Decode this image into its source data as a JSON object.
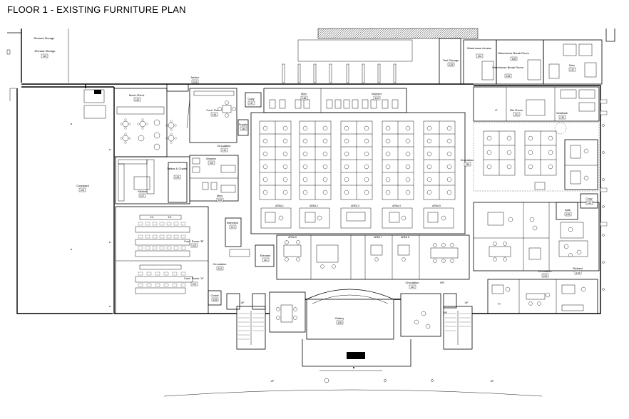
{
  "title": "FLOOR 1 - EXISTING FURNITURE PLAN",
  "rooms": {
    "storage": {
      "name": "Richard Storage",
      "name2": "Richard Storage",
      "num": "115"
    },
    "janitor": {
      "name": "Janitor",
      "num": "141"
    },
    "mech_elect": {
      "name": "Mech./Elect.",
      "num": "142"
    },
    "conf_room_top": {
      "name": "Conf. Room",
      "num": "144"
    },
    "supply": {
      "name": "Supply",
      "num": "145"
    },
    "copy_top": {
      "name": "Copy",
      "num": "147"
    },
    "men_top": {
      "name": "Men",
      "num": "148"
    },
    "women_top": {
      "name": "Women",
      "num": "149"
    },
    "circulation_top": {
      "name": "Circulation",
      "num": "110"
    },
    "courtyard": {
      "name": "Courtyard",
      "num": "104"
    },
    "tables_chairs": {
      "name": "Tables & Chairs",
      "num": "106"
    },
    "kitchen": {
      "name": "Kitchen",
      "num": "107"
    },
    "women_mid": {
      "name": "Women",
      "num": "109"
    },
    "men_mid": {
      "name": "Men",
      "num": "108"
    },
    "conf_b": {
      "name": "Conf. Room \"B\"",
      "num": "103"
    },
    "conf_a": {
      "name": "Conf. Room \"A\"",
      "num": "102"
    },
    "circulation_left": {
      "name": "Circulation",
      "num": "101"
    },
    "closet": {
      "name": "Closet",
      "num": "105"
    },
    "interview": {
      "name": "Interview",
      "num": "111"
    },
    "elevator": {
      "name": "Elevator",
      "num": "112"
    },
    "circulation_right": {
      "name": "Circulation",
      "num": "150"
    },
    "circulation_bottom": {
      "name": "Circulation",
      "num": "113"
    },
    "gallery": {
      "name": "Gallery",
      "num": "100"
    },
    "tool_storage": {
      "name": "Tool Storage",
      "num": "133"
    },
    "warehouse_access": {
      "name": "Warehouse Access",
      "num": "134"
    },
    "warehouse_break": {
      "name": "Warehouse Break Room",
      "num": "135"
    },
    "warehouse_break2": {
      "name": "Warehouse Break Room",
      "num": "136"
    },
    "men_right": {
      "name": "Men",
      "num": "137"
    },
    "file_room": {
      "name": "File Room",
      "num": "131"
    },
    "vestibule": {
      "name": "Vestibule",
      "num": "130"
    },
    "safe": {
      "name": "Safe",
      "num": "125"
    },
    "copy_right": {
      "name": "Copy",
      "num": "124"
    },
    "circulation_east": {
      "name": "Circulation",
      "num": "151"
    },
    "richard": {
      "name": "Richard",
      "num": "119"
    }
  },
  "areas": [
    "AREA 1",
    "AREA 2",
    "AREA 3",
    "AREA 4",
    "AREA 5",
    "AREA 6",
    "AREA 7",
    "AREA 8"
  ],
  "table_labels": {
    "t1": "5 ft",
    "t2": "5 ft"
  },
  "misc": {
    "up1": "UP",
    "up2": "UP",
    "rr1": "R/R",
    "rr2": "R/R",
    "lt": "LT",
    "ft": "FT"
  },
  "colors": {
    "line": "#000000",
    "background": "#ffffff"
  }
}
